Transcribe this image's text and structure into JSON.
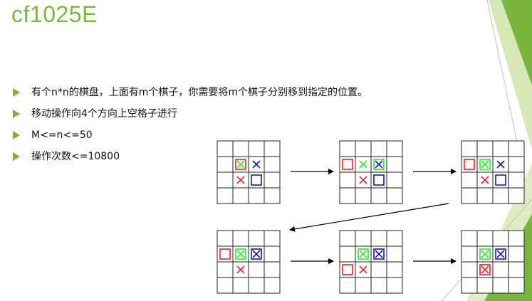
{
  "title": "cf1025E",
  "bullets": [
    "有个n*n的棋盘，上面有m个棋子，你需要将m个棋子分别移到指定的位置。",
    "移动操作向4个方向上空格子进行",
    "M<=n<=50",
    "操作次数<=10800"
  ],
  "colors": {
    "accent": "#7ab540",
    "red": "#e8202a",
    "green": "#2ee830",
    "blue": "#1414c8"
  },
  "icons": [
    "bullet-arrow-icon",
    "square-piece-icon",
    "x-target-icon",
    "boxed-x-icon"
  ],
  "boards": [
    {
      "name": "board-1",
      "cells": [
        {
          "r": 1,
          "c": 1,
          "square": "red",
          "cross": "green"
        },
        {
          "r": 1,
          "c": 2,
          "cross": "blue"
        },
        {
          "r": 2,
          "c": 1,
          "cross": "red"
        },
        {
          "r": 2,
          "c": 2,
          "square": "blue"
        }
      ]
    },
    {
      "name": "board-2",
      "cells": [
        {
          "r": 1,
          "c": 0,
          "square": "red"
        },
        {
          "r": 1,
          "c": 1,
          "cross": "green"
        },
        {
          "r": 1,
          "c": 2,
          "square": "green",
          "cross": "blue"
        },
        {
          "r": 2,
          "c": 1,
          "cross": "red"
        },
        {
          "r": 2,
          "c": 2,
          "square": "blue"
        }
      ]
    },
    {
      "name": "board-3",
      "cells": [
        {
          "r": 1,
          "c": 0,
          "square": "red"
        },
        {
          "r": 1,
          "c": 1,
          "square": "green",
          "cross": "green"
        },
        {
          "r": 1,
          "c": 2,
          "cross": "blue"
        },
        {
          "r": 2,
          "c": 1,
          "cross": "red"
        },
        {
          "r": 2,
          "c": 2,
          "square": "blue"
        }
      ]
    },
    {
      "name": "board-4",
      "cells": [
        {
          "r": 1,
          "c": 0,
          "square": "red"
        },
        {
          "r": 1,
          "c": 1,
          "square": "green",
          "cross": "green"
        },
        {
          "r": 1,
          "c": 2,
          "square": "blue",
          "cross": "blue"
        },
        {
          "r": 2,
          "c": 1,
          "cross": "red"
        }
      ]
    },
    {
      "name": "board-5",
      "cells": [
        {
          "r": 1,
          "c": 1,
          "square": "green",
          "cross": "green"
        },
        {
          "r": 1,
          "c": 2,
          "square": "blue",
          "cross": "blue"
        },
        {
          "r": 2,
          "c": 0,
          "square": "red"
        },
        {
          "r": 2,
          "c": 1,
          "cross": "red"
        }
      ]
    },
    {
      "name": "board-6",
      "cells": [
        {
          "r": 1,
          "c": 1,
          "square": "green",
          "cross": "green"
        },
        {
          "r": 1,
          "c": 2,
          "square": "blue",
          "cross": "blue"
        },
        {
          "r": 2,
          "c": 1,
          "square": "red",
          "cross": "red"
        }
      ]
    }
  ]
}
